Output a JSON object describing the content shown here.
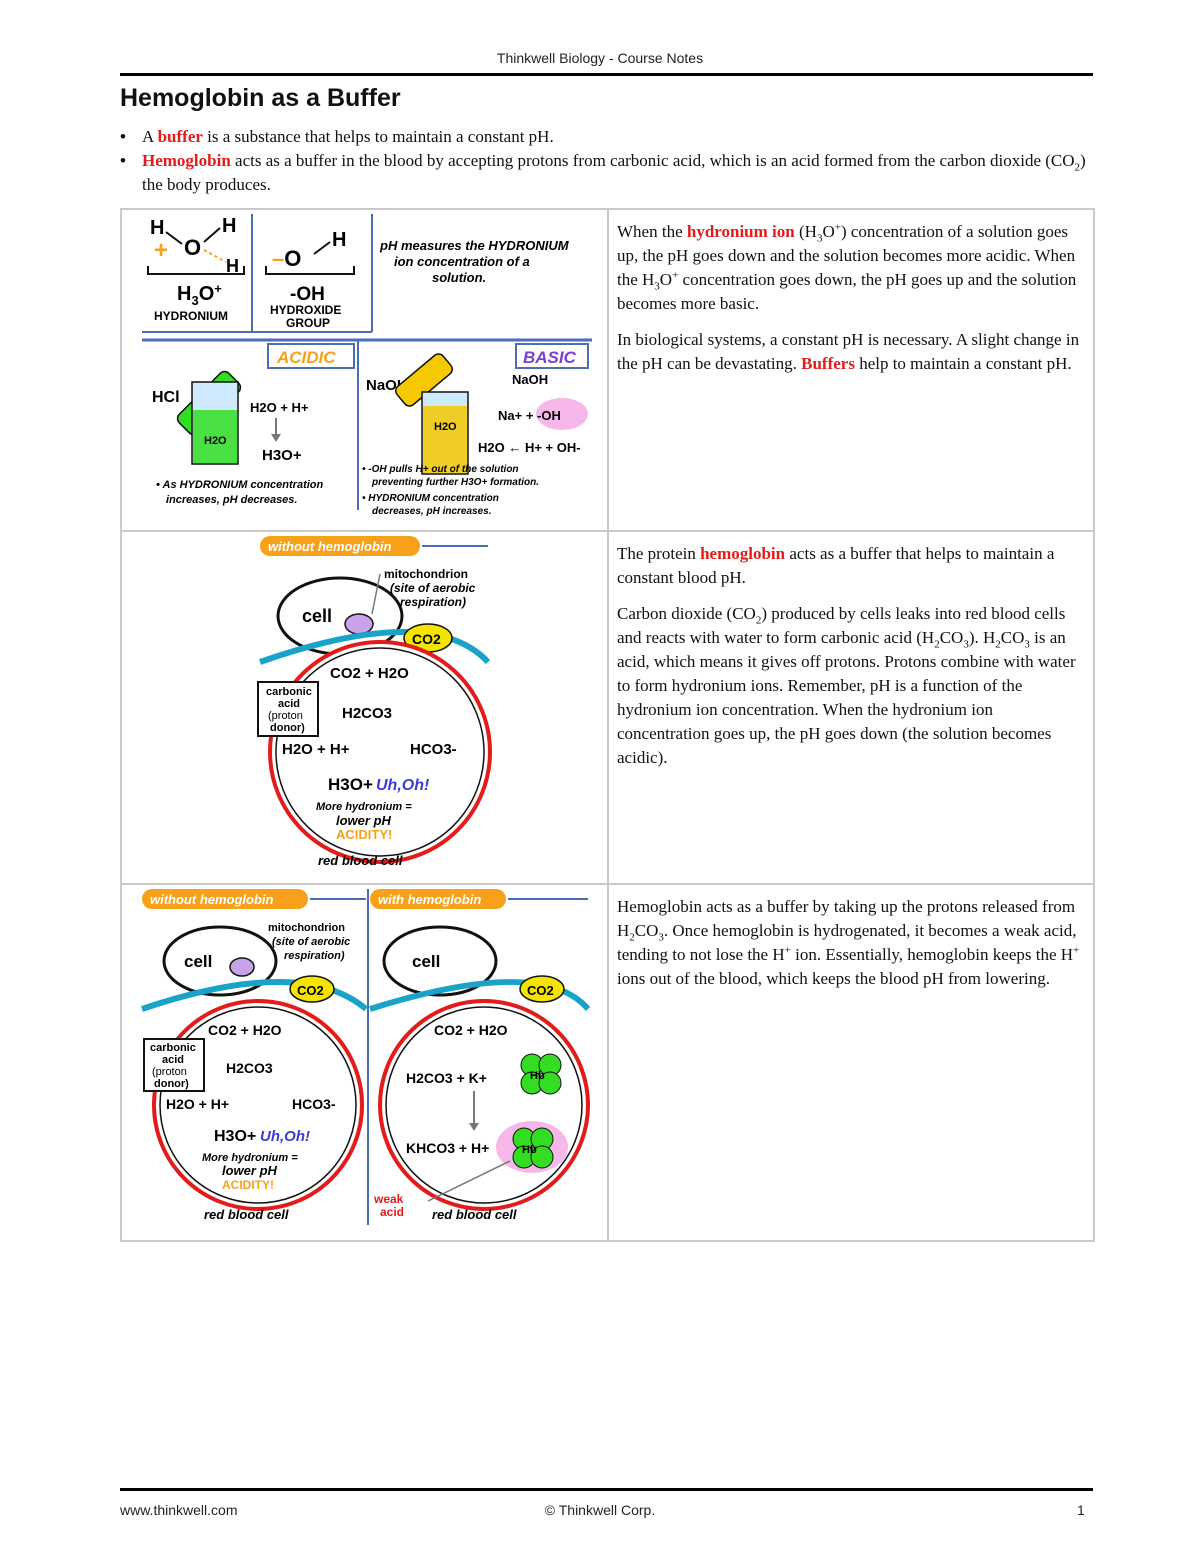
{
  "header": "Thinkwell Biology - Course Notes",
  "title": "Hemoglobin as a Buffer",
  "bullets": {
    "b1": {
      "a": "A",
      "buffer": "buffer",
      "rest": "is a substance that helps to maintain a constant pH."
    },
    "b2": {
      "hemoglobin": "Hemoglobin",
      "rest1": "acts as a buffer in the blood by accepting protons from carbonic acid, which is an acid formed from the carbon dioxide (CO",
      "sub": "2",
      "rest2": ") the body produces."
    }
  },
  "fig1": {
    "h": "H",
    "o": "O",
    "plus": "+",
    "h3o": "H",
    "h3o_sub": "3",
    "h3o_o": "O",
    "h3o_sup": "+",
    "hydronium": "HYDRONIUM",
    "oh": "-OH",
    "hydroxide1": "HYDROXIDE",
    "hydroxide2": "GROUP",
    "ph_note1": "pH measures the HYDRONIUM",
    "ph_note2": "ion concentration of a",
    "ph_note3": "solution.",
    "acidic": "ACIDIC",
    "basic": "BASIC",
    "hcl": "HCl",
    "naoh": "NaOH",
    "h2o": "H2O",
    "h2o_h": "H2O + H+",
    "h3o_plus": "H3O+",
    "acid_note1": "• As HYDRONIUM concentration",
    "acid_note2": "increases, pH decreases.",
    "naoh2": "NaOH",
    "na_oh": "Na+ + -OH",
    "h2o_eq": "H2O ← H+ + OH-",
    "basic_note1": "• -OH pulls H+ out of the solution",
    "basic_note2": "preventing further H3O+ formation.",
    "basic_note3": "• HYDRONIUM concentration",
    "basic_note4": "decreases, pH increases."
  },
  "fig2": {
    "without": "without hemoglobin",
    "cell": "cell",
    "mito1": "mitochondrion",
    "mito2": "(site of aerobic",
    "mito3": "respiration)",
    "co2": "CO2",
    "co2_h2o": "CO2 + H2O",
    "carb1": "carbonic",
    "carb2": "acid",
    "carb3": "(proton",
    "carb4": "donor)",
    "h2co3": "H2CO3",
    "h2o_h": "H2O + H+",
    "hco3": "HCO3-",
    "h3o": "H3O+",
    "uhoh": "Uh,Oh!",
    "more1": "More hydronium =",
    "more2": "lower pH",
    "more3": "ACIDITY!",
    "rbc": "red blood cell"
  },
  "fig3": {
    "without": "without hemoglobin",
    "with": "with hemoglobin",
    "cell": "cell",
    "mito1": "mitochondrion",
    "mito2": "(site of aerobic",
    "mito3": "respiration)",
    "co2": "CO2",
    "co2_h2o": "CO2 + H2O",
    "carb1": "carbonic",
    "carb2": "acid",
    "carb3": "(proton",
    "carb4": "donor)",
    "h2co3": "H2CO3",
    "h2o_h": "H2O + H+",
    "hco3": "HCO3-",
    "h3o": "H3O+",
    "uhoh": "Uh,Oh!",
    "more1": "More hydronium =",
    "more2": "lower pH",
    "more3": "ACIDITY!",
    "rbc": "red blood cell",
    "h2co3_k": "H2CO3 + K+",
    "hb": "Hb",
    "khco3": "KHCO3 + H+",
    "weak1": "weak",
    "weak2": "acid"
  },
  "row1": {
    "p1": {
      "a": "When the",
      "hi": "hydronium ion",
      "b": "(H",
      "b_sub": "3",
      "c": "O",
      "c_sup": "+",
      "d": ") concentration of a solution goes up, the pH goes down and the solution becomes more acidic.  When the H",
      "d_sub": "3",
      "e": "O",
      "e_sup": "+",
      "f": "concentration goes down, the pH goes up and the solution becomes more basic."
    },
    "p2": {
      "a": "In biological systems, a constant pH is necessary.  A slight change in the pH can be devastating.",
      "hi": "Buffers",
      "b": "help to maintain a constant pH."
    }
  },
  "row2": {
    "p1": {
      "a": "The protein",
      "hi": "hemoglobin",
      "b": "acts as a buffer that helps to maintain a constant blood pH."
    },
    "p2": {
      "a": "Carbon dioxide (CO",
      "a_sub": "2",
      "b": ") produced by cells leaks into red blood cells and reacts with water to form carbonic acid (H",
      "b_sub": "2",
      "c": "CO",
      "c_sub": "3",
      "d": "). H",
      "d_sub": "2",
      "e": "CO",
      "e_sub": "3",
      "f": "is an acid, which means it gives off protons.  Protons combine with water to form hydronium ions.  Remember, pH is a function of the hydronium ion concentration.  When the hydronium ion concentration goes up, the pH goes down (the solution becomes acidic)."
    }
  },
  "row3": {
    "p1": {
      "a": "Hemoglobin acts as a buffer by taking up the protons released from H",
      "a_sub": "2",
      "b": "CO",
      "b_sub": "3",
      "c": ".  Once hemoglobin is hydrogenated, it becomes a weak acid, tending to not lose the H",
      "c_sup": "+",
      "d": "ion.  Essentially, hemoglobin keeps the H",
      "d_sup": "+",
      "e": "ions out of the blood, which keeps the blood pH from lowering."
    }
  },
  "footer": {
    "left": "www.thinkwell.com",
    "center": "© Thinkwell Corp.",
    "right": "1"
  },
  "colors": {
    "red": "#e31b1b",
    "orange": "#f7a11a",
    "yellow": "#f5e400",
    "teal": "#1aa3c9",
    "green": "#33dd22",
    "pink": "#f5b8e8",
    "blue_frame": "#4b6cb7"
  }
}
